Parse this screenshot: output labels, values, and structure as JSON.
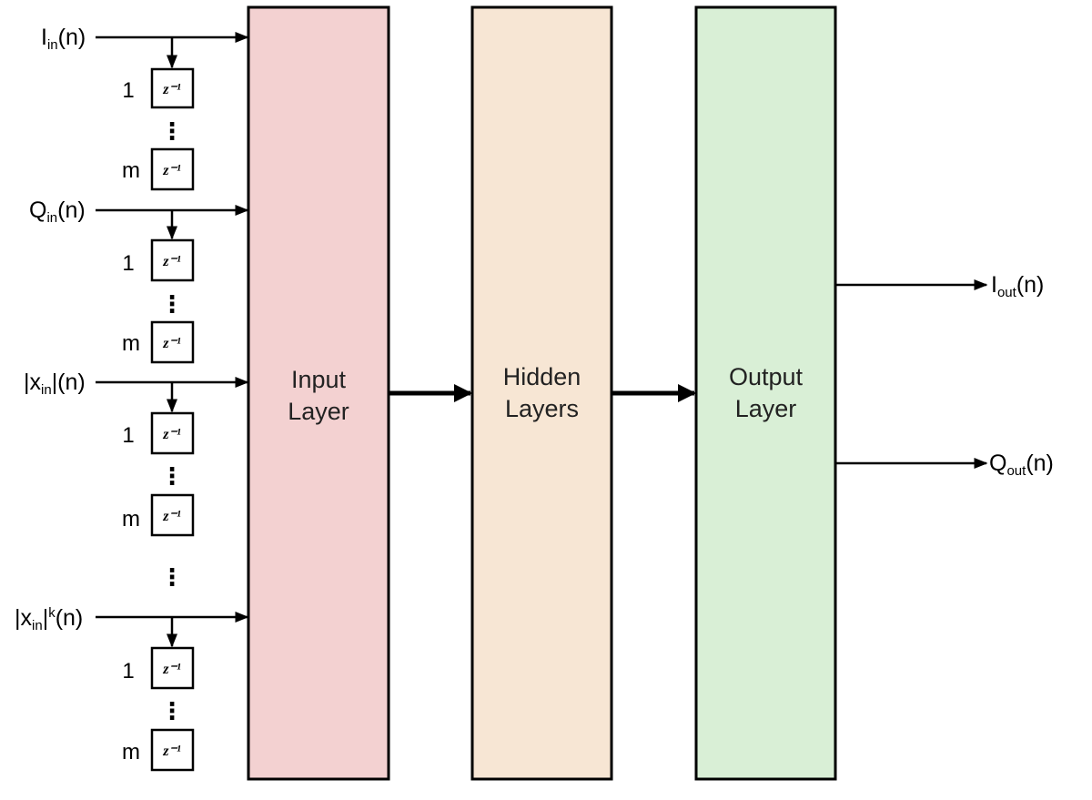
{
  "colors": {
    "input_layer": "#f3d1d1",
    "hidden_layers": "#f7e6d4",
    "output_layer": "#d9efd6",
    "stroke": "#000000"
  },
  "inputs": [
    {
      "base": "I",
      "sub": "in",
      "suffix": "(n)"
    },
    {
      "base": "Q",
      "sub": "in",
      "suffix": "(n)"
    },
    {
      "base": "|x",
      "sub": "in",
      "suffix": "|(n)"
    },
    {
      "base": "|x",
      "sub": "in",
      "suffix": "|",
      "sup": "k",
      "tail": "(n)"
    }
  ],
  "delay_indices": {
    "first": "1",
    "last": "m"
  },
  "delay_symbol": "z⁻¹",
  "ellipsis": "⋮",
  "layers": [
    {
      "line1": "Input",
      "line2": "Layer"
    },
    {
      "line1": "Hidden",
      "line2": "Layers"
    },
    {
      "line1": "Output",
      "line2": "Layer"
    }
  ],
  "outputs": [
    {
      "base": "I",
      "sub": "out",
      "suffix": "(n)"
    },
    {
      "base": "Q",
      "sub": "out",
      "suffix": "(n)"
    }
  ]
}
